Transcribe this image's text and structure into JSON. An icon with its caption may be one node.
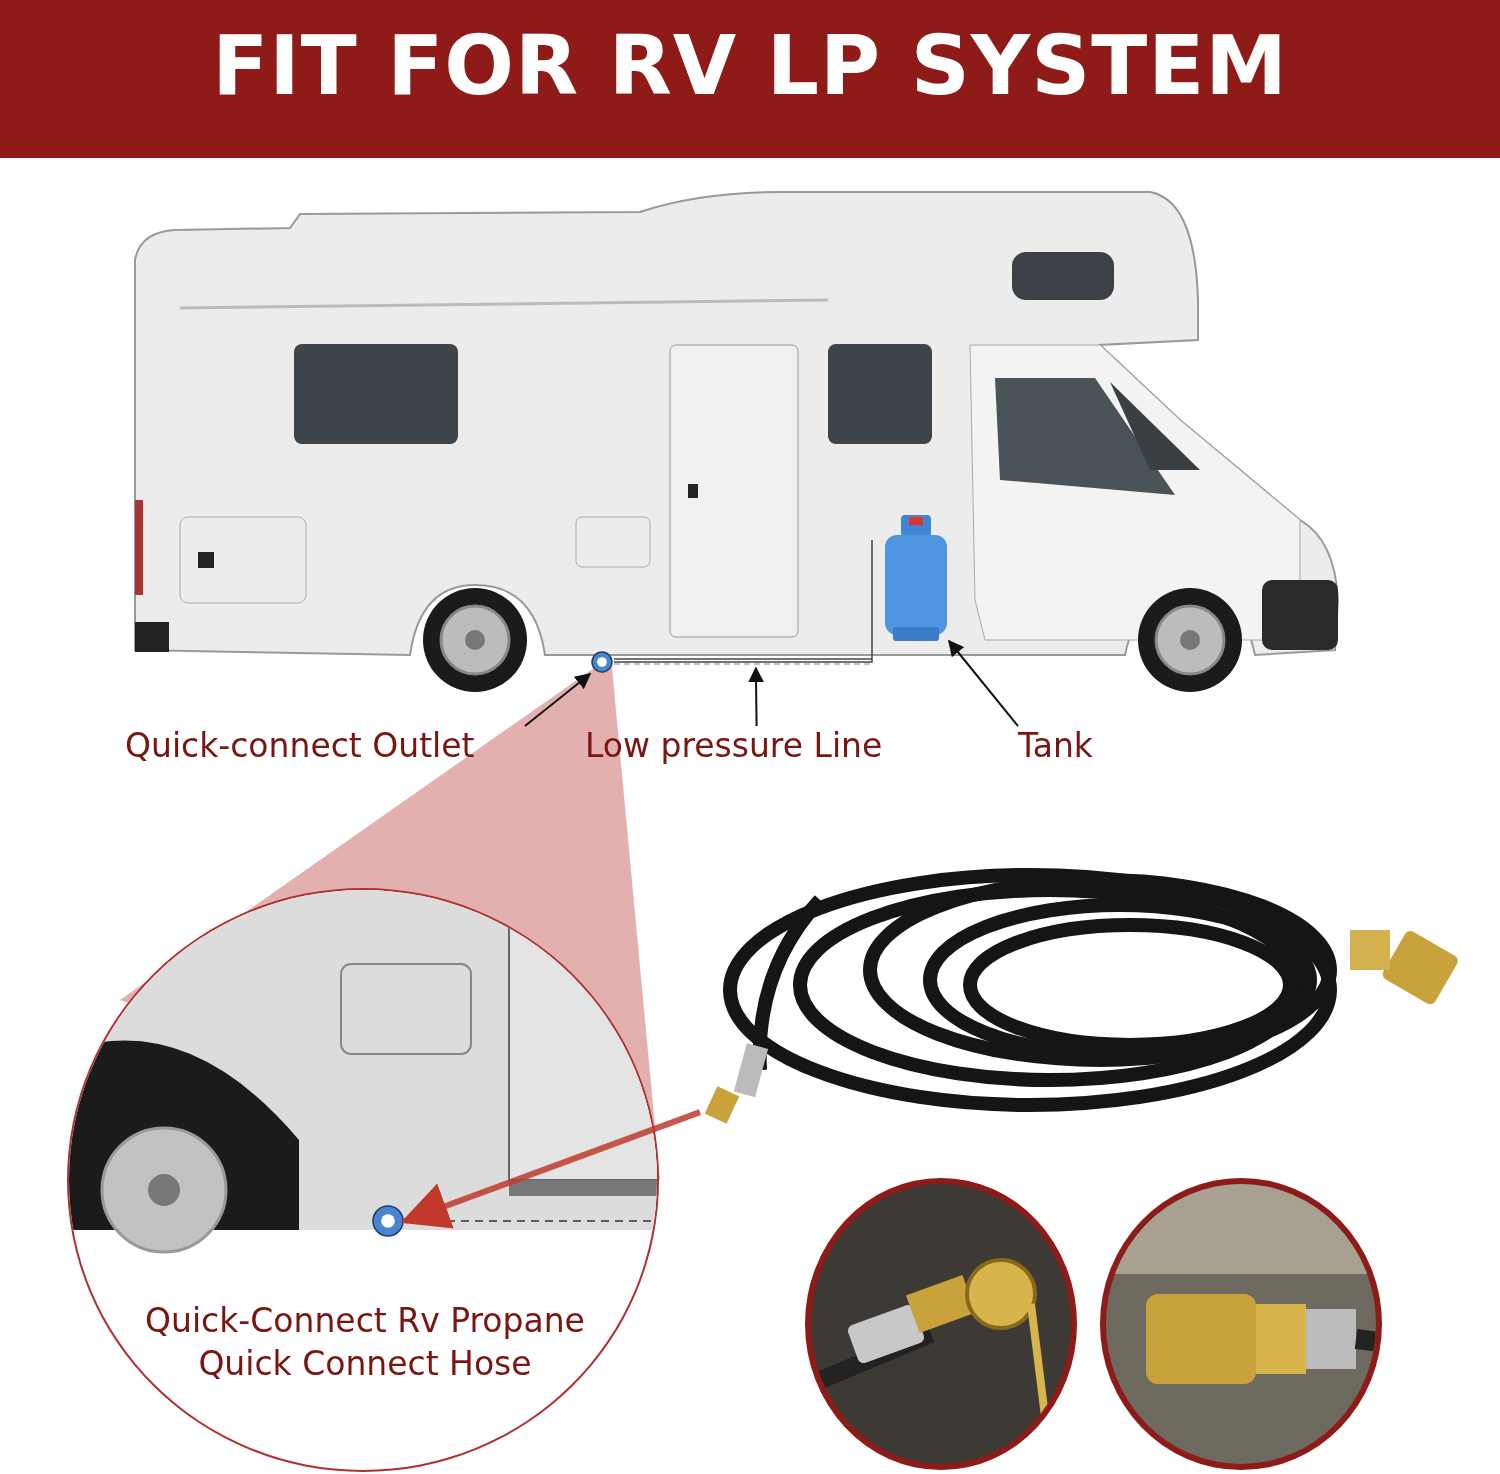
{
  "diagram": {
    "title": "FIT FOR RV LP SYSTEM",
    "nodes": [
      {
        "text": [
          "Quick-connect Outlet"
        ]
      },
      {
        "text": [],
        "shape": "circle"
      },
      {
        "text": [
          "Low pressure Line"
        ]
      },
      {
        "text": [],
        "shape": "bar"
      },
      {
        "text": [
          "Tank"
        ]
      },
      {
        "text": [],
        "shape": "cylinder"
      },
      {
        "text": [
          "Quick-Connect Rv Propane Quick Connect Hose"
        ]
      },
      {
        "text": [],
        "shape": "circle",
        "in": 6
      },
      {
        "text": [],
        "shape": "picture"
      },
      {
        "text": [],
        "shape": "picture"
      },
      {
        "text": [],
        "shape": "picture"
      }
    ],
    "edges": [
      {
        "from": 0,
        "to": 1,
        "arrow": "to"
      },
      {
        "from": 2,
        "to": 3,
        "arrow": "to"
      },
      {
        "from": 4,
        "to": 5,
        "arrow": "to"
      },
      {
        "from": 8,
        "to": 7,
        "arrow": "to",
        "style": "thick",
        "color": "#c0392b"
      }
    ]
  }
}
